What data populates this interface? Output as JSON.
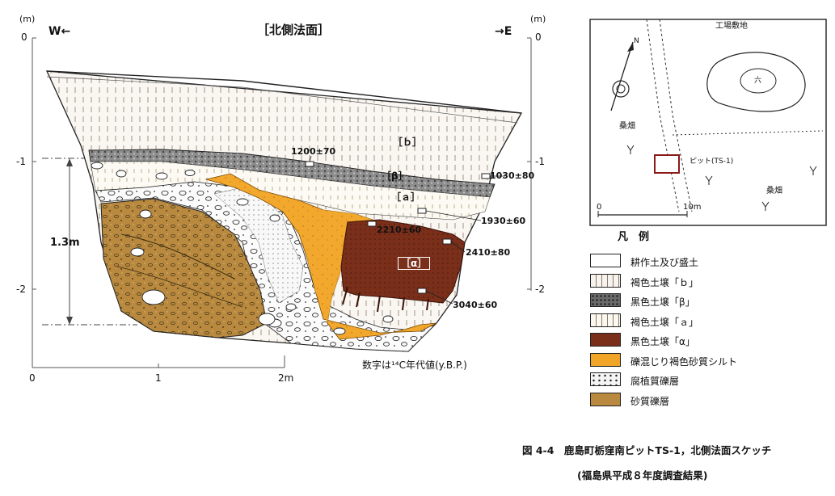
{
  "section": {
    "title": "［北側法面］",
    "west_label": "W←",
    "east_label": "→E",
    "unit_left": "(m)",
    "unit_right": "(m)",
    "y_ticks_left": [
      "0",
      "-1",
      "-2"
    ],
    "y_ticks_right": [
      "0",
      "-1",
      "-2"
    ],
    "x_ticks": [
      "0",
      "1",
      "2m"
    ],
    "depth_marker": "1.3m",
    "note": "数字は¹⁴C年代値(y.B.P.)"
  },
  "layer_labels": {
    "b": "［ｂ］",
    "beta": "［β］",
    "a": "［ａ］",
    "alpha": "［α］"
  },
  "dates": {
    "d1200": "1200±70",
    "d1030": "1030±80",
    "d1930": "1930±60",
    "d2210": "2210±60",
    "d2410": "2410±80",
    "d3040": "3040±60"
  },
  "map": {
    "factory": "工場敷地",
    "mulberry1": "桑畑",
    "mulberry2": "桑畑",
    "pit": "ピット(TS-1)",
    "north": "N",
    "pond": "六",
    "scale_zero": "0",
    "scale_end": "10m"
  },
  "legend": {
    "title": "凡　例",
    "items": [
      {
        "label": "耕作土及び盛土",
        "color": "#ffffff"
      },
      {
        "label": "褐色土壌「ｂ」",
        "color": "#f7f3ee"
      },
      {
        "label": "黒色土壌「β」",
        "color": "#6a6a6a"
      },
      {
        "label": "褐色土壌「ａ」",
        "color": "#fbf8f0"
      },
      {
        "label": "黒色土壌「α」",
        "color": "#7a2f1a"
      },
      {
        "label": "礫混じり褐色砂質シルト",
        "color": "#f0a528"
      },
      {
        "label": "腐植質礫層",
        "color": "#f4f4f4"
      },
      {
        "label": "砂質礫層",
        "color": "#b8893f"
      }
    ]
  },
  "caption": {
    "line1": "図 4-4　鹿島町栃窪南ピットTS-1，北側法面スケッチ",
    "line2": "(福島県平成８年度調査結果)"
  }
}
